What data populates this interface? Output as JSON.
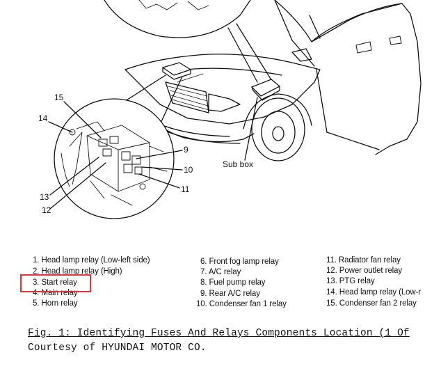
{
  "diagram": {
    "callouts": {
      "c15": "15",
      "c14": "14",
      "c9": "9",
      "c10": "10",
      "c11": "11",
      "c13": "13",
      "c12": "12",
      "sub_box": "Sub box"
    }
  },
  "legend": {
    "col1": [
      "1. Head lamp relay (Low-left side)",
      "2. Head lamp relay (High)",
      "3. Start relay",
      "4. Main relay",
      "5. Horn relay"
    ],
    "col2": [
      "6. Front fog lamp relay",
      "7. A/C relay",
      "8. Fuel pump relay",
      "9. Rear A/C relay",
      "10. Condenser fan 1 relay"
    ],
    "col3": [
      "11. Radiator fan relay",
      "12. Power outlet relay",
      "13. PTG relay",
      "14. Head lamp relay (Low-r",
      "15. Condenser fan 2 relay"
    ],
    "highlight_color": "#e2353a"
  },
  "caption": {
    "title": "Fig. 1: Identifying Fuses And Relays Components Location (1 Of",
    "credit": "Courtesy of HYUNDAI MOTOR CO."
  }
}
